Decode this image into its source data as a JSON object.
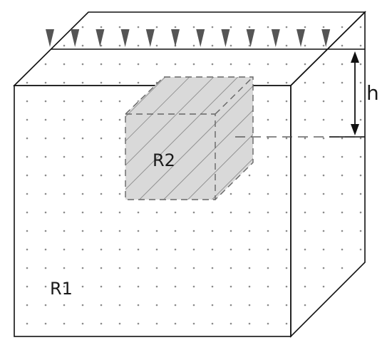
{
  "labels": {
    "outer_region": "R1",
    "inner_region": "R2",
    "depth": "h"
  },
  "colors": {
    "stroke": "#111111",
    "dots": "#8a8a8a",
    "inner_fill": "#d9d9d9",
    "inner_stroke": "#666666",
    "hatch": "#6e6e6e",
    "arrow_fill": "#555555",
    "background": "#ffffff"
  }
}
